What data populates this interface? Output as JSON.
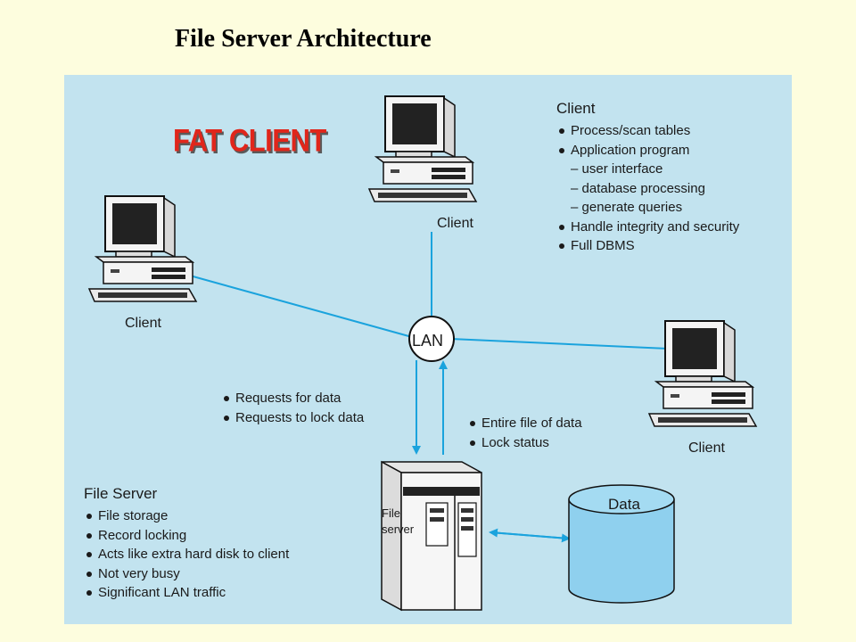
{
  "title": "File Server Architecture",
  "badge": "FAT CLIENT",
  "client_label": "Client",
  "lan_label": "LAN",
  "data_label": "Data",
  "server_label": [
    "File",
    "server"
  ],
  "client_box": {
    "heading": "Client",
    "items": [
      "Process/scan tables",
      "Application program",
      "– user interface",
      "– database processing",
      "– generate queries",
      "Handle integrity and security",
      "Full DBMS"
    ]
  },
  "requests": [
    "Requests for data",
    "Requests to lock data"
  ],
  "responses": [
    "Entire file of data",
    "Lock status"
  ],
  "file_server_box": {
    "heading": "File Server",
    "items": [
      "File storage",
      "Record locking",
      "Acts like extra hard disk to client",
      "Not very busy",
      "Significant LAN traffic"
    ]
  },
  "colors": {
    "background": "#fdfdde",
    "diagram_bg": "#c2e3ef",
    "network_line": "#1aa3dd",
    "badge": "#e0261b",
    "data_cylinder": "#8fd0ee"
  }
}
